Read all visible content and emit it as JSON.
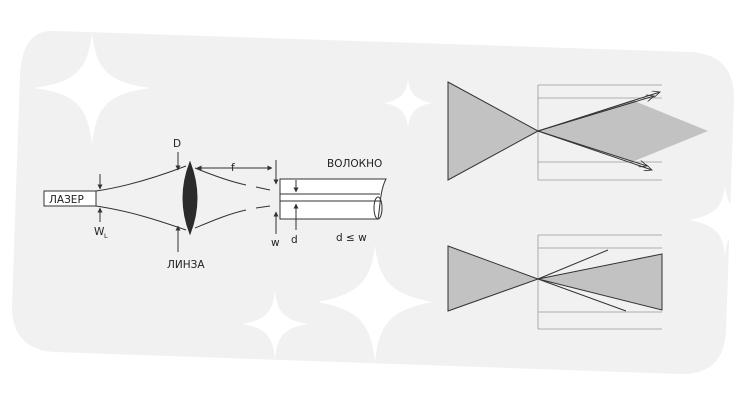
{
  "labels": {
    "laser": "ЛАЗЕР",
    "lens": "ЛИНЗА",
    "fiber": "ВОЛОКНО",
    "lens_diameter": "D",
    "focal_length": "f",
    "laser_width": "W",
    "laser_width_sub": "L",
    "spot_width": "w",
    "core_diameter": "d",
    "condition": "d ≤ w"
  },
  "colors": {
    "panel": "#f1f1f1",
    "sparkle": "#ffffff",
    "line": "#333333",
    "cone_fill": "#c2c2c2",
    "grid": "#9a9a9a",
    "lens": "#2b2b2b"
  }
}
